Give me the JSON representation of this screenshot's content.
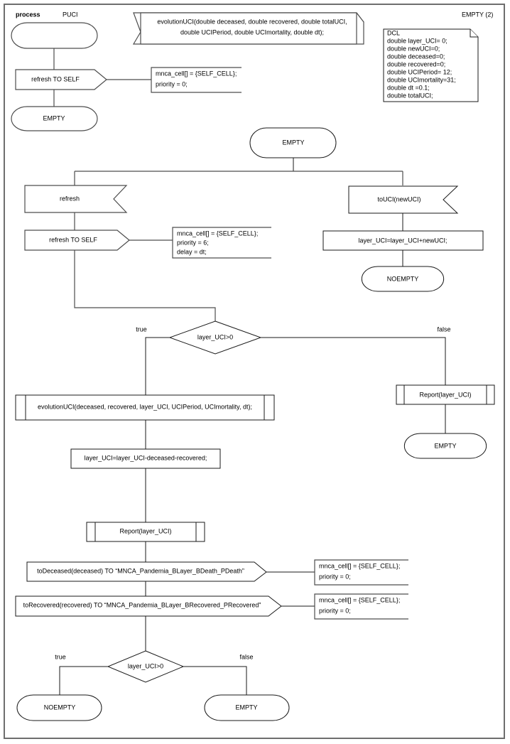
{
  "diagram": {
    "kind": "sdl-process-flowchart",
    "header": {
      "keyword": "process",
      "name": "PUCI",
      "page_label": "EMPTY (2)"
    },
    "procedure_decl": {
      "line1": "evolutionUCI(double deceased, double recovered, double totalUCI,",
      "line2": "double UCIPeriod, double UCImortality, double dt);"
    },
    "dcl": {
      "title": "DCL",
      "lines": [
        "double layer_UCI= 0;",
        "double newUCI=0;",
        "double deceased=0;",
        "double recovered=0;",
        "double UCIPeriod= 12;",
        "double UCImortality=31;",
        "double dt =0.1;",
        "double totalUCI;"
      ]
    },
    "start_branch": {
      "start_state_empty": "",
      "output_refresh_self": "refresh TO SELF",
      "comment1": [
        "mnca_cell[] = {SELF_CELL};",
        "priority = 0;"
      ],
      "state_empty": "EMPTY"
    },
    "main_state": "EMPTY",
    "left_branch": {
      "input_refresh": "refresh",
      "output_refresh_self": "refresh TO SELF",
      "comment": [
        "mnca_cell[] = {SELF_CELL};",
        "priority = 6;",
        "delay = dt;"
      ]
    },
    "right_branch": {
      "input_touci": "toUCI(newUCI)",
      "task_layer": "layer_UCI=layer_UCI+newUCI;",
      "state_noempty": "NOEMPTY"
    },
    "decision1": {
      "condition": "layer_UCI>0",
      "true_label": "true",
      "false_label": "false"
    },
    "true_path": {
      "call_evolution": "evolutionUCI(deceased, recovered, layer_UCI, UCIPeriod, UCImortality, dt);",
      "task_layer": "layer_UCI=layer_UCI-deceased-recovered;",
      "call_report": "Report(layer_UCI)",
      "output_deceased": "toDeceased(deceased) TO “MNCA_Pandemia_BLayer_BDeath_PDeath”",
      "comment_deceased": [
        "mnca_cell[] = {SELF_CELL};",
        "priority = 0;"
      ],
      "output_recovered": "toRecovered(recovered) TO “MNCA_Pandemia_BLayer_BRecovered_PRecovered”",
      "comment_recovered": [
        "mnca_cell[] = {SELF_CELL};",
        "priority = 0;"
      ]
    },
    "false_path": {
      "call_report": "Report(layer_UCI)",
      "state_empty": "EMPTY"
    },
    "decision2": {
      "condition": "layer_UCI>0",
      "true_label": "true",
      "false_label": "false",
      "true_state": "NOEMPTY",
      "false_state": "EMPTY"
    },
    "colors": {
      "stroke": "#4d4d4d",
      "stroke_dark": "#1a1a1a",
      "background": "#ffffff",
      "text": "#000000"
    }
  }
}
